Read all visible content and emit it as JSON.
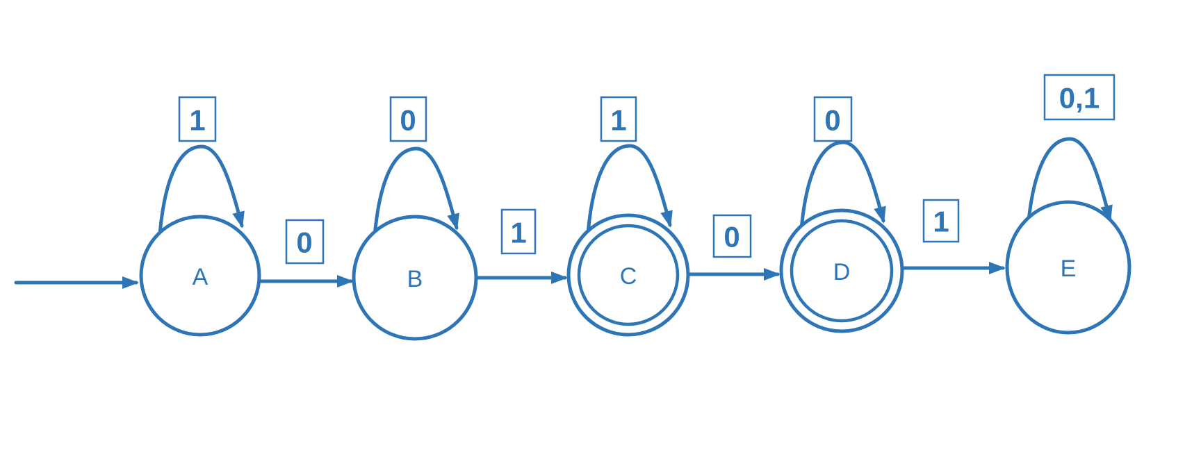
{
  "diagram": {
    "type": "dfa-state-diagram",
    "accent_color": "#2E75B6",
    "background_color": "#FFFFFF",
    "alphabet": [
      "0",
      "1"
    ],
    "states": [
      {
        "label": "A",
        "start": true,
        "accepting": false,
        "self_loop_symbol": "1"
      },
      {
        "label": "B",
        "start": false,
        "accepting": false,
        "self_loop_symbol": "0"
      },
      {
        "label": "C",
        "start": false,
        "accepting": true,
        "self_loop_symbol": "1"
      },
      {
        "label": "D",
        "start": false,
        "accepting": true,
        "self_loop_symbol": "0"
      },
      {
        "label": "E",
        "start": false,
        "accepting": false,
        "self_loop_symbol": "0,1"
      }
    ],
    "transitions": [
      {
        "from": "A",
        "to": "B",
        "symbol": "0"
      },
      {
        "from": "B",
        "to": "C",
        "symbol": "1"
      },
      {
        "from": "C",
        "to": "D",
        "symbol": "0"
      },
      {
        "from": "D",
        "to": "E",
        "symbol": "1"
      }
    ]
  }
}
